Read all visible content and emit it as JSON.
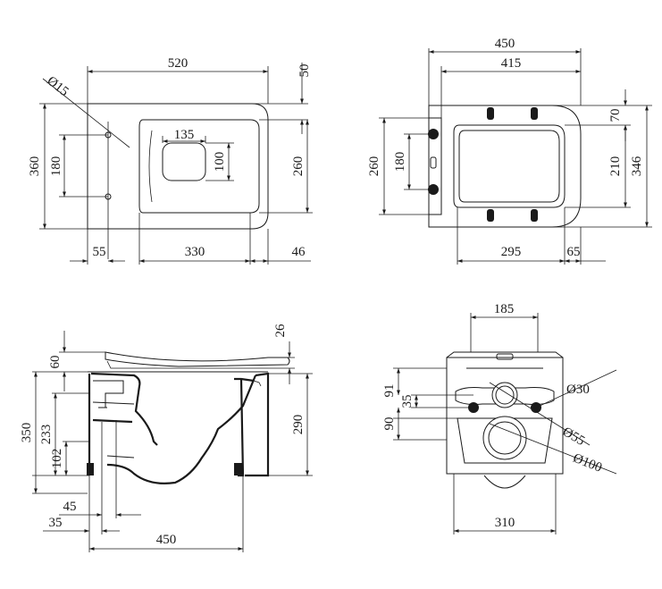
{
  "views": {
    "top": {
      "labels": {
        "overall_length": "520",
        "fixing_hole_diameter": "Ø15",
        "top_offset": "50",
        "overall_width": "360",
        "fixing_spacing": "180",
        "inner_width": "135",
        "inner_height": "100",
        "bowl_width": "260",
        "rear_offset": "55",
        "bowl_length": "330",
        "front_offset": "46"
      }
    },
    "seat": {
      "labels": {
        "seat_length": "450",
        "seat_inner_length": "415",
        "seat_width": "260",
        "hinge_spacing": "180",
        "rear_margin": "70",
        "opening_width": "210",
        "overall_width": "346",
        "opening_length": "295",
        "front_margin": "65"
      }
    },
    "side": {
      "labels": {
        "seat_thickness": "26",
        "seat_height": "60",
        "overall_height": "350",
        "outlet_height": "233",
        "waste_height": "102",
        "bowl_height": "290",
        "outlet_depth": "45",
        "outlet_offset": "35",
        "overall_depth": "450"
      }
    },
    "rear": {
      "labels": {
        "top_width": "185",
        "upper_offset": "91",
        "bolt_spacing": "35",
        "lower_offset": "90",
        "bolt_diameter": "Ø30",
        "inlet_diameter": "Ø55",
        "outlet_diameter": "Ø100",
        "base_width": "310"
      }
    }
  }
}
